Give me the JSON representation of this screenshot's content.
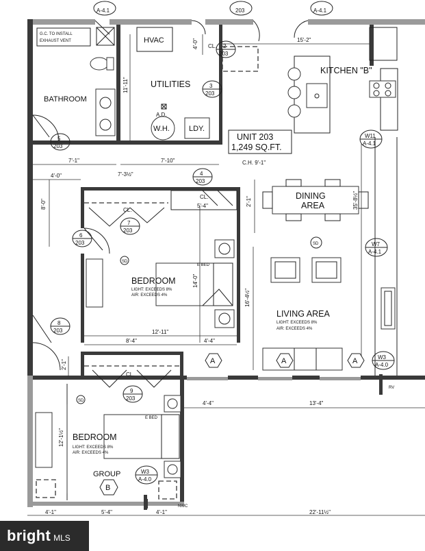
{
  "plan": {
    "unit_title": "UNIT 203",
    "unit_area": "1,249 SQ.FT.",
    "ceiling_height": "C.H. 9'-1\"",
    "gc_note_line1": "G.C. TO INSTALL",
    "gc_note_line2": "EXHAUST VENT",
    "rooms": {
      "hvac": "HVAC",
      "utilities": "UTILITIES",
      "kitchen": "KITCHEN \"B\"",
      "bathroom": "BATHROOM",
      "wh": "W.H.",
      "ldy": "LDY.",
      "ad": "A.D.",
      "dining_line1": "DINING",
      "dining_line2": "AREA",
      "bedroom1": "BEDROOM",
      "bedroom2": "BEDROOM",
      "living": "LIVING AREA",
      "closet1": "CL.",
      "closet2": "CL.",
      "closet3": "CL.",
      "closet4": "CL.",
      "group_label": "GROUP",
      "group_letter": "B",
      "e_bed1": "E BED",
      "e_bed2": "E BED",
      "sd1": "SD",
      "sd2": "SD",
      "sd3": "SD",
      "nwc": "NWC",
      "rv": "RV"
    },
    "notes": {
      "bed1_light": "LIGHT: EXCEEDS 8%",
      "bed1_air": "AIR: EXCEEDS 4%",
      "bed2_light": "LIGHT: EXCEEDS 8%",
      "bed2_air": "AIR: EXCEEDS 4%",
      "living_light": "LIGHT: EXCEEDS 8%",
      "living_air": "AIR: EXCEEDS 4%"
    },
    "dims": {
      "d_15_2": "15'-2\"",
      "d_7_1": "7'-1\"",
      "d_7_10": "7'-10\"",
      "d_7_3h": "7'-3½\"",
      "d_4_0a": "4'-0\"",
      "d_4_0b": "4'-0\"",
      "d_8_0": "8'-0\"",
      "d_11_11": "11'-11\"",
      "d_5_4a": "5'-4\"",
      "d_2_1a": "2'-1\"",
      "d_35_8h": "35'-8½\"",
      "d_14_0": "14'-0\"",
      "d_16_4h": "16'-4½\"",
      "d_12_11": "12'-11\"",
      "d_8_4": "8'-4\"",
      "d_4_4a": "4'-4\"",
      "d_2_1b": "2'-1\"",
      "d_4_4b": "4'-4\"",
      "d_13_4": "13'-4\"",
      "d_12_1h": "12'-1½\"",
      "d_4_1a": "4'-1\"",
      "d_5_4b": "5'-4\"",
      "d_4_1b": "4'-1\"",
      "d_22_11h": "22'-11½\""
    },
    "tags": [
      {
        "num": "2",
        "sheet": "203"
      },
      {
        "num": "3",
        "sheet": "203"
      },
      {
        "num": "4",
        "sheet": "203"
      },
      {
        "num": "5",
        "sheet": "203"
      },
      {
        "num": "6",
        "sheet": "203"
      },
      {
        "num": "7",
        "sheet": "203"
      },
      {
        "num": "8",
        "sheet": "203"
      },
      {
        "num": "9",
        "sheet": "203"
      },
      {
        "num": "W11",
        "sheet": "A-4.1"
      },
      {
        "num": "W7",
        "sheet": "A-4.1"
      },
      {
        "num": "W3",
        "sheet": "A-4.0"
      },
      {
        "num": "W3",
        "sheet": "A-4.0"
      }
    ],
    "top_tags": [
      "A-4.1",
      "203",
      "A-4.1"
    ],
    "group_tags": [
      "A",
      "A",
      "A"
    ]
  },
  "watermark": {
    "brand": "bright",
    "suffix": "MLS"
  }
}
